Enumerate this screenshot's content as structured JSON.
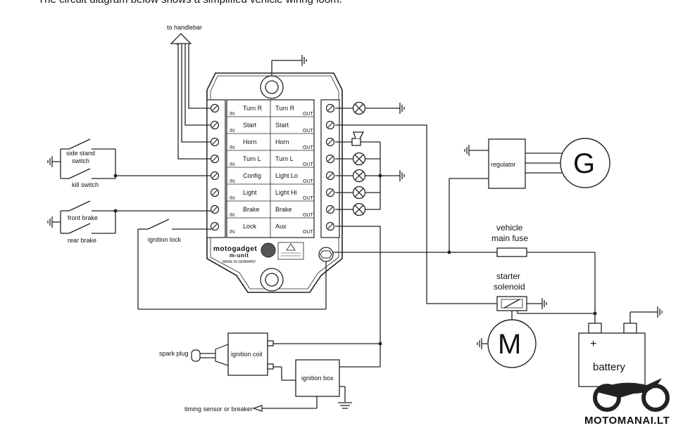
{
  "caption": "The circuit diagram below shows a simplified vehicle wiring loom.",
  "labels": {
    "to_handlebar": "to handlebar",
    "side_stand_switch_l1": "side stand",
    "side_stand_switch_l2": "switch",
    "kill_switch": "kill switch",
    "front_brake": "front brake",
    "rear_brake": "rear brake",
    "ignition_lock": "ignition lock",
    "regulator": "regulator",
    "generator": "G",
    "vehicle_main_fuse_l1": "vehicle",
    "vehicle_main_fuse_l2": "main fuse",
    "starter_solenoid_l1": "starter",
    "starter_solenoid_l2": "solenoid",
    "motor": "M",
    "battery": "battery",
    "battery_plus": "+",
    "spark_plug": "spark plug",
    "ignition_coil": "ignition coil",
    "ignition_box": "ignition box",
    "timing_sensor": "timing sensor or breaker"
  },
  "unit": {
    "brand": "motogadget",
    "model": "m-unit",
    "made_in": "MADE IN GERMANY",
    "in_tag": "IN",
    "out_tag": "OUT",
    "inputs": [
      "Turn R",
      "Start",
      "Horn",
      "Turn L",
      "Config",
      "Light",
      "Brake",
      "Lock"
    ],
    "outputs": [
      "Turn R",
      "Start",
      "Horn",
      "Turn L",
      "Light Lo",
      "Light Hi",
      "Brake",
      "Aux"
    ]
  },
  "watermark": "MOTOMANAI.LT"
}
